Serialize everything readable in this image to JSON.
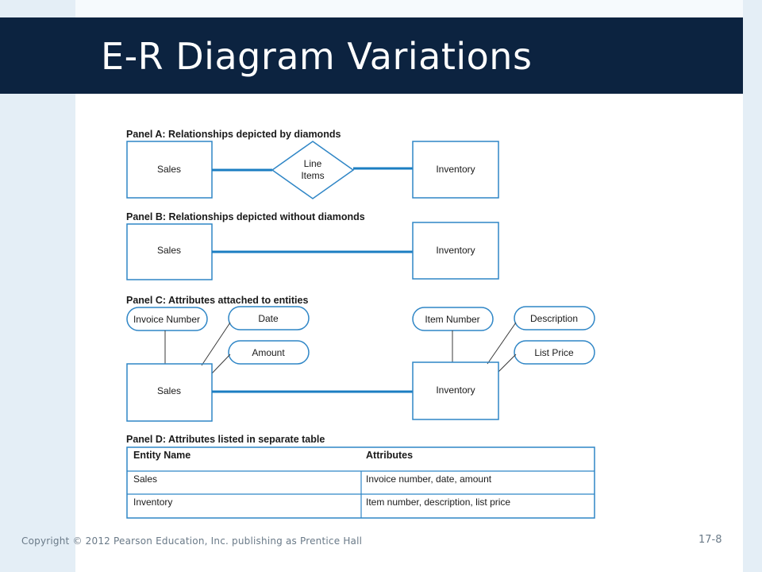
{
  "slide": {
    "title": "E-R Diagram Variations",
    "footer": "Copyright © 2012 Pearson Education, Inc. publishing as Prentice Hall",
    "slide_number": "17-8"
  },
  "colors": {
    "title_bar": "#0c2340",
    "side_background": "#e4eef6",
    "connector_blue": "#1b7ec2",
    "outline_blue": "#2f86c6"
  },
  "figure": {
    "panel_a": {
      "heading": "Panel A: Relationships depicted by diamonds",
      "left_entity": "Sales",
      "relationship_line1": "Line",
      "relationship_line2": "Items",
      "right_entity": "Inventory"
    },
    "panel_b": {
      "heading": "Panel B: Relationships depicted without diamonds",
      "left_entity": "Sales",
      "right_entity": "Inventory"
    },
    "panel_c": {
      "heading": "Panel C: Attributes attached to entities",
      "left_entity": "Sales",
      "right_entity": "Inventory",
      "left_attributes": [
        "Invoice Number",
        "Date",
        "Amount"
      ],
      "right_attributes": [
        "Item Number",
        "Description",
        "List Price"
      ]
    },
    "panel_d": {
      "heading": "Panel D: Attributes listed in separate table",
      "columns": [
        "Entity Name",
        "Attributes"
      ],
      "rows": [
        [
          "Sales",
          "Invoice number, date, amount"
        ],
        [
          "Inventory",
          "Item number, description, list price"
        ]
      ]
    }
  }
}
